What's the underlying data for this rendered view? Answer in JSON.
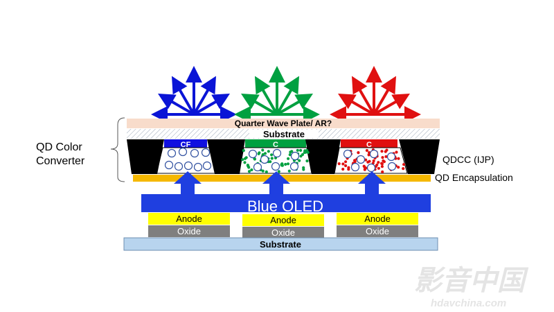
{
  "labels": {
    "qd_color_converter_line1": "QD Color",
    "qd_color_converter_line2": "Converter",
    "quarter_wave_plate": "Quarter Wave Plate/ AR?",
    "top_substrate": "Substrate",
    "qdcc": "QDCC (IJP)",
    "qd_encapsulation": "QD Encapsulation",
    "blue_oled": "Blue OLED",
    "bottom_substrate": "Substrate",
    "cf_blue": "CF",
    "cf_green": "C",
    "cf_red": "C",
    "anode": "Anode",
    "oxide": "Oxide"
  },
  "watermark": {
    "chars": "影音中国",
    "url": "hdavchina.com"
  },
  "colors": {
    "blue": "#0a14d6",
    "green": "#00a040",
    "red": "#e01010",
    "orange": "#f5b800",
    "oled_blue": "#1f3fe0",
    "yellow": "#ffff00",
    "oxide": "#7f7f7f",
    "substrate": "#b8d4ee",
    "wave_plate": "#f8dccb"
  }
}
